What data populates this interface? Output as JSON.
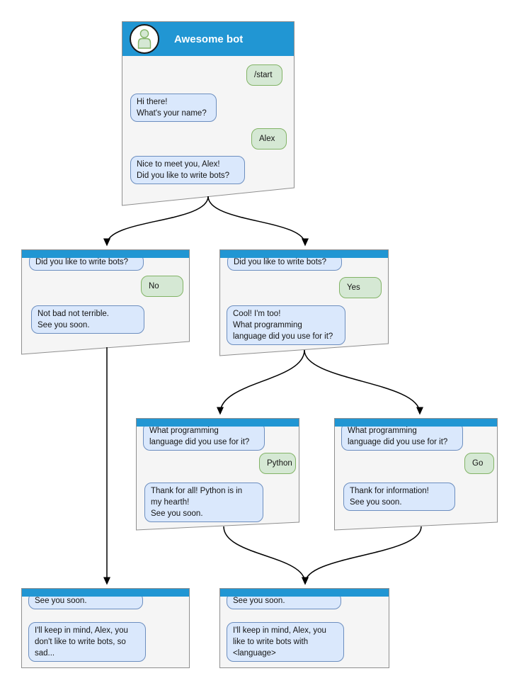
{
  "diagram": {
    "type": "chatbot-conversation-flow",
    "colors": {
      "window_header": "#2196d3",
      "window_body": "#f5f5f5",
      "window_border": "#8f8f8f",
      "bot_bubble_bg": "#dae8fc",
      "bot_bubble_border": "#6c8ebf",
      "user_bubble_bg": "#d5e8d4",
      "user_bubble_border": "#82b366"
    },
    "windows": [
      {
        "id": "start",
        "title": "Awesome bot",
        "avatar_icon": "person-icon",
        "messages": [
          {
            "from": "user",
            "text": "/start"
          },
          {
            "from": "bot",
            "text": "Hi there!\nWhat's your name?"
          },
          {
            "from": "user",
            "text": "Alex"
          },
          {
            "from": "bot",
            "text": "Nice to meet you, Alex!\nDid you like to write bots?"
          }
        ]
      },
      {
        "id": "branch-no",
        "messages": [
          {
            "from": "bot",
            "text": "Did you like to write bots?"
          },
          {
            "from": "user",
            "text": "No"
          },
          {
            "from": "bot",
            "text": "Not bad not terrible.\nSee you soon."
          }
        ]
      },
      {
        "id": "branch-yes",
        "messages": [
          {
            "from": "bot",
            "text": "Did you like to write bots?"
          },
          {
            "from": "user",
            "text": "Yes"
          },
          {
            "from": "bot",
            "text": "Cool! I'm too!\nWhat programming\nlanguage did you use for it?"
          }
        ]
      },
      {
        "id": "lang-python",
        "messages": [
          {
            "from": "bot",
            "text": "What programming\nlanguage did you use for it?"
          },
          {
            "from": "user",
            "text": "Python"
          },
          {
            "from": "bot",
            "text": "Thank for all! Python is in\nmy hearth!\nSee you soon."
          }
        ]
      },
      {
        "id": "lang-go",
        "messages": [
          {
            "from": "bot",
            "text": "What programming\nlanguage did you use for it?"
          },
          {
            "from": "user",
            "text": "Go"
          },
          {
            "from": "bot",
            "text": "Thank for information!\nSee you soon."
          }
        ]
      },
      {
        "id": "end-no",
        "messages": [
          {
            "from": "bot",
            "text": "See you soon."
          },
          {
            "from": "bot",
            "text": "I'll keep in mind, Alex, you\ndon't like to write bots, so\nsad..."
          }
        ]
      },
      {
        "id": "end-yes",
        "messages": [
          {
            "from": "bot",
            "text": "See you soon."
          },
          {
            "from": "bot",
            "text": "I'll keep in mind, Alex, you\nlike to write bots with\n<language>"
          }
        ]
      }
    ],
    "edges": [
      {
        "from": "start",
        "to": "branch-no"
      },
      {
        "from": "start",
        "to": "branch-yes"
      },
      {
        "from": "branch-yes",
        "to": "lang-python"
      },
      {
        "from": "branch-yes",
        "to": "lang-go"
      },
      {
        "from": "branch-no",
        "to": "end-no"
      },
      {
        "from": "lang-python",
        "to": "end-yes"
      },
      {
        "from": "lang-go",
        "to": "end-yes"
      }
    ]
  }
}
